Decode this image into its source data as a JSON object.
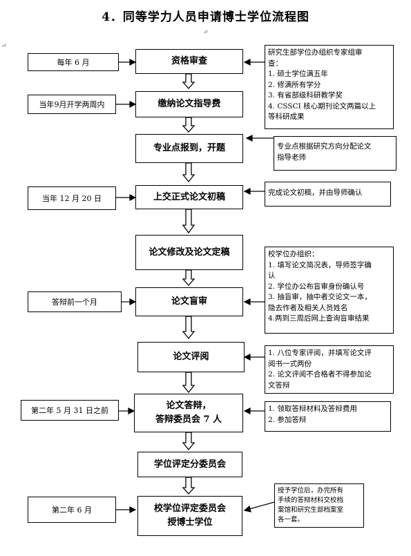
{
  "title": "4．同等学力人员申请博士学位流程图",
  "steps": {
    "s1": "资格审查",
    "s2": "缴纳论文指导费",
    "s3": "专业点报到，开题",
    "s4": "上交正式论文初稿",
    "s5": "论文修改及论文定稿",
    "s6": "论文盲审",
    "s7": "论文评阅",
    "s8a": "论文答辩，",
    "s8b": "答辩委员会 7 人",
    "s9": "学位评定分委员会",
    "s10a": "校学位评定委员会",
    "s10b": "授博士学位"
  },
  "times": {
    "t1": "每年 6 月",
    "t2": "当年9月开学两周内",
    "t3": "当年 12 月 20 日",
    "t4": "答辩前一个月",
    "t5": "第二年 5 月 31 日之前",
    "t6": "第二年 6 月"
  },
  "notes": {
    "n1": [
      "研究生部学位办组织专家组审",
      "查：",
      "1.  硕士学位满五年",
      "2.  修满所有学分",
      "3.  有省部级科研教学奖",
      "4.  CSSCI 核心期刊论文两篇以上",
      "等科研成果"
    ],
    "n2": [
      "专业点根据研究方向分配论文",
      "指导老师"
    ],
    "n3": [
      "完成论文初稿，并由导师确认"
    ],
    "n4": [
      "校学位办组织：",
      "1. 填写论文简况表，导师签字确",
      "认",
      "2. 学位办公布盲审身份确认号",
      "3. 抽盲审，抽中者交论文一本，",
      "隐去作者及相关人员姓名",
      "4.两到三周后网上查询盲审结果"
    ],
    "n5": [
      "1. 八位专家评阅，并填写论文评",
      "阅书一式两份",
      "2. 论文评阅不合格者不得参加论",
      "文答辩"
    ],
    "n6": [
      "1.  领取答辩材料及答辩费用",
      "2.  参加答辩"
    ],
    "n7": [
      "授予学位后，办完所有",
      "手续的答辩材料交校档",
      "案馆和研究生部档案室",
      "各一套。"
    ]
  },
  "marks": {
    "return_mark": "↵"
  }
}
